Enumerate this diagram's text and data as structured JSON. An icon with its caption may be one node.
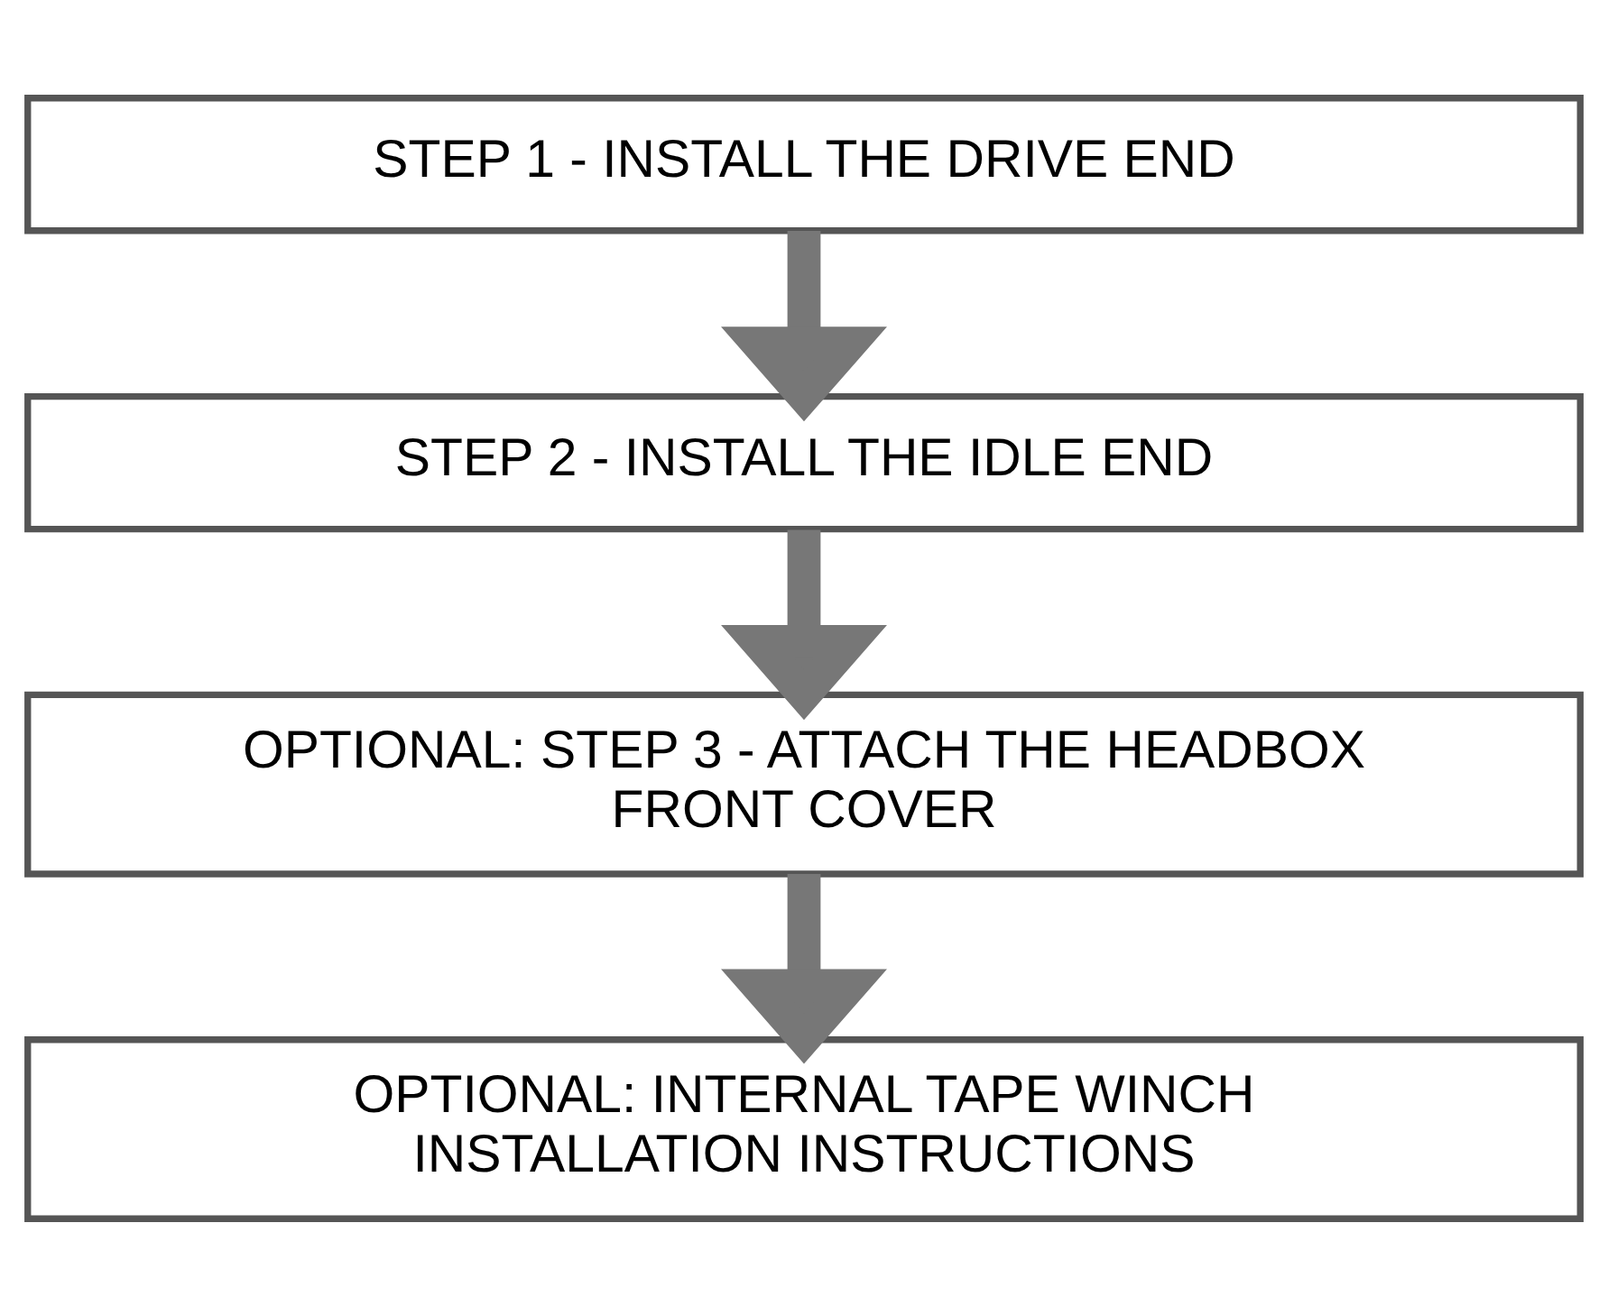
{
  "diagram": {
    "nodes": [
      {
        "text": [
          "STEP 1 - INSTALL THE DRIVE END"
        ]
      },
      {
        "text": [
          "STEP 2 - INSTALL THE IDLE END"
        ]
      },
      {
        "text": [
          "OPTIONAL: STEP 3 - ATTACH THE HEADBOX FRONT COVER"
        ]
      },
      {
        "text": [
          "OPTIONAL: INTERNAL TAPE WINCH INSTALLATION INSTRUCTIONS"
        ]
      }
    ],
    "edges": [
      {
        "from": 0,
        "to": 1,
        "arrow": "to"
      },
      {
        "from": 1,
        "to": 2,
        "arrow": "to"
      },
      {
        "from": 2,
        "to": 3,
        "arrow": "to"
      }
    ]
  }
}
